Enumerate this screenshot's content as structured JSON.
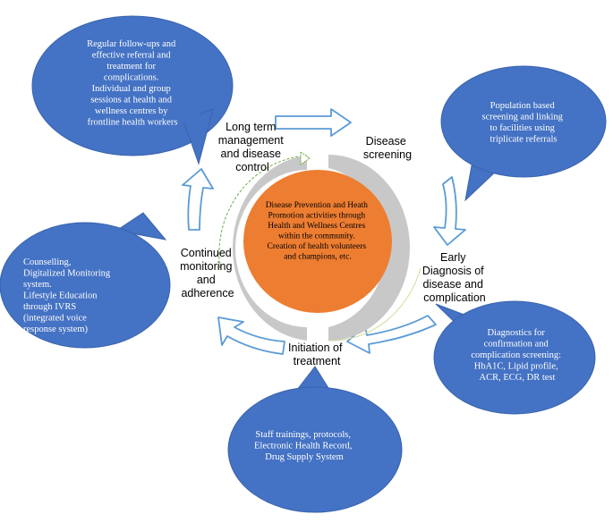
{
  "center": {
    "lines": [
      "Disease Prevention and Heath",
      "Promotion activities through",
      "Health and Wellness Centres",
      "within the community.",
      "Creation of health volunteers",
      "and champions, etc."
    ],
    "color": "#ed7d31"
  },
  "stages": {
    "long_term": [
      "Long term",
      "management",
      "and disease",
      "control"
    ],
    "screening": [
      "Disease",
      "screening"
    ],
    "early_diagnosis": [
      "Early",
      "Diagnosis of",
      "disease and",
      "complication"
    ],
    "initiation": [
      "Initiation of",
      "treatment"
    ],
    "monitoring": [
      "Continued",
      "monitoring",
      "and",
      "adherence"
    ]
  },
  "bubbles": {
    "long_term": [
      "Regular follow-ups and",
      "effective referral and",
      "treatment for",
      "complications.",
      "Individual and group",
      "sessions at health and",
      "wellness centres by",
      "frontline health workers"
    ],
    "screening": [
      "Population based",
      "screening and linking",
      "to facilities using",
      "triplicate referrals"
    ],
    "diagnosis": [
      "Diagnostics for",
      "confirmation and",
      "complication screening:",
      "HbA1C, Lipid profile,",
      "ACR, ECG, DR test"
    ],
    "treatment": [
      "Staff trainings, protocols,",
      "Electronic Health Record,",
      "Drug Supply System"
    ],
    "monitoring": [
      "Counselling,",
      "Digitalized Monitoring",
      "system.",
      "Lifestyle Education",
      "through IVRS",
      "(integrated voice",
      "response system)"
    ]
  },
  "colors": {
    "bubble": "#4472c4",
    "arrow_outline": "#5b9bd5",
    "side_band": "#c8c8c8"
  }
}
